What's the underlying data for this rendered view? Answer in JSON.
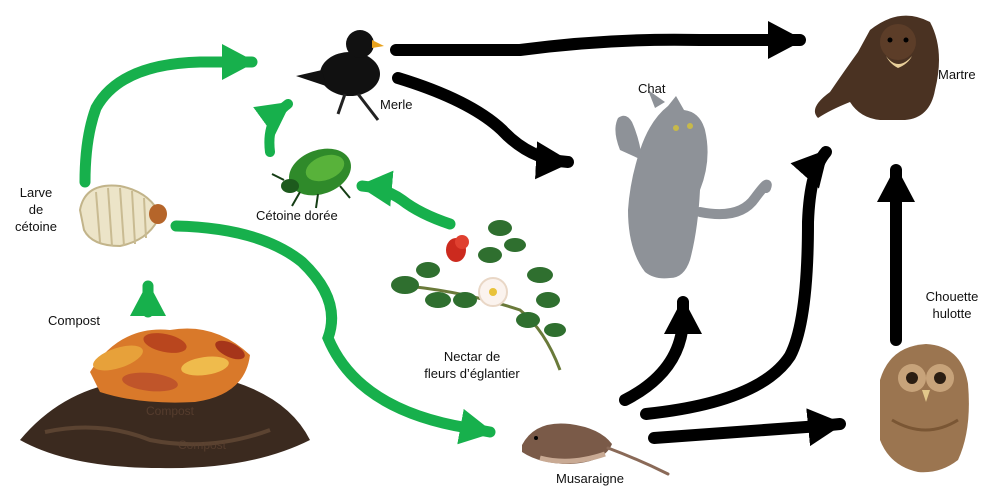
{
  "diagram": {
    "organisms": {
      "compost": {
        "label": "Compost",
        "overlay_labels": [
          "Compost",
          "Compost"
        ]
      },
      "larve": {
        "label_lines": [
          "Larve",
          "de",
          "cétoine"
        ]
      },
      "merle": {
        "label": "Merle"
      },
      "cetoine": {
        "label": "Cétoine dorée"
      },
      "nectar": {
        "label_lines": [
          "Nectar de",
          "fleurs d’églantier"
        ]
      },
      "chat": {
        "label": "Chat"
      },
      "martre": {
        "label": "Martre"
      },
      "chouette": {
        "label_lines": [
          "Chouette",
          "hulotte"
        ]
      },
      "musaraigne": {
        "label": "Musaraigne"
      }
    },
    "colors": {
      "green_arrow": "#17b04c",
      "black_arrow": "#000000",
      "soil": "#3b2a1f",
      "leaves": "#d9792a"
    },
    "arrows": [
      {
        "from": "compost",
        "to": "larve",
        "color": "green"
      },
      {
        "from": "larve",
        "to": "merle",
        "color": "green"
      },
      {
        "from": "cetoine",
        "to": "merle",
        "color": "green"
      },
      {
        "from": "nectar",
        "to": "cetoine",
        "color": "green"
      },
      {
        "from": "larve",
        "to": "musaraigne",
        "color": "green"
      },
      {
        "from": "merle",
        "to": "martre",
        "color": "black"
      },
      {
        "from": "merle",
        "to": "chat",
        "color": "black"
      },
      {
        "from": "musaraigne",
        "to": "chat",
        "color": "black"
      },
      {
        "from": "musaraigne",
        "to": "martre",
        "color": "black"
      },
      {
        "from": "musaraigne",
        "to": "chouette",
        "color": "black"
      },
      {
        "from": "chouette",
        "to": "martre",
        "color": "black"
      }
    ]
  }
}
